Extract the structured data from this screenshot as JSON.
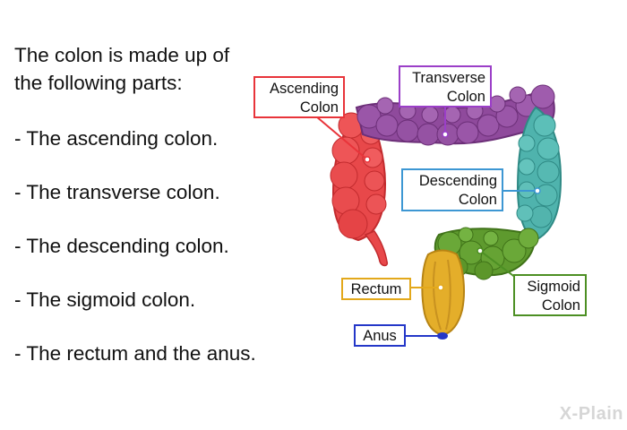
{
  "intro_text": "The colon is made up of the following parts:",
  "parts": [
    "- The ascending colon.",
    "- The transverse colon.",
    "- The descending colon.",
    "- The sigmoid colon.",
    "- The rectum and the anus."
  ],
  "labels": {
    "ascending": {
      "line1": "Ascending",
      "line2": "Colon",
      "color": "#e8343a"
    },
    "transverse": {
      "line1": "Transverse",
      "line2": "Colon",
      "color": "#9b3fc8"
    },
    "descending": {
      "line1": "Descending",
      "line2": "Colon",
      "color": "#3d97d3"
    },
    "sigmoid": {
      "line1": "Sigmoid",
      "line2": "Colon",
      "color": "#4c8f23"
    },
    "rectum": {
      "text": "Rectum",
      "color": "#e3a81b"
    },
    "anus": {
      "text": "Anus",
      "color": "#2437c8"
    }
  },
  "watermark": "X-Plain",
  "colors": {
    "ascending_fill": "#e8484a",
    "transverse_fill": "#8f4a9c",
    "descending_fill": "#4fb3ad",
    "sigmoid_fill": "#5e9a2e",
    "rectum_fill": "#e4ae2a",
    "anus_fill": "#2437c8"
  }
}
